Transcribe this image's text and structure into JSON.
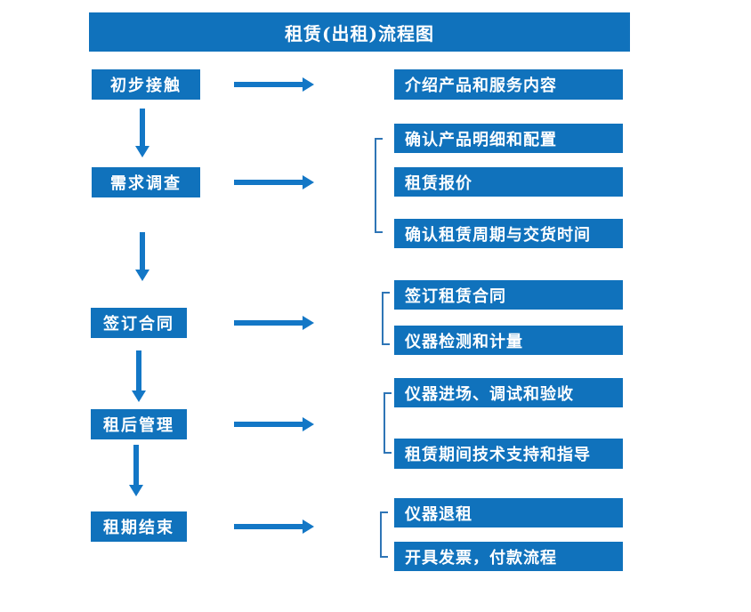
{
  "title": "租赁(出租)流程图",
  "colors": {
    "box_blue": "#1072BC",
    "arrow_blue": "#1377C6",
    "bracket_blue": "#2E75B6",
    "text_white": "#FFFFFF",
    "background": "#FFFFFF"
  },
  "steps": [
    {
      "label": "初步接触",
      "outputs": [
        "介绍产品和服务内容"
      ]
    },
    {
      "label": "需求调查",
      "outputs": [
        "确认产品明细和配置",
        "租赁报价",
        "确认租赁周期与交货时间"
      ]
    },
    {
      "label": "签订合同",
      "outputs": [
        "签订租赁合同",
        "仪器检测和计量"
      ]
    },
    {
      "label": "租后管理",
      "outputs": [
        "仪器进场、调试和验收",
        "租赁期间技术支持和指导"
      ]
    },
    {
      "label": "租期结束",
      "outputs": [
        "仪器退租",
        "开具发票，付款流程"
      ]
    }
  ]
}
